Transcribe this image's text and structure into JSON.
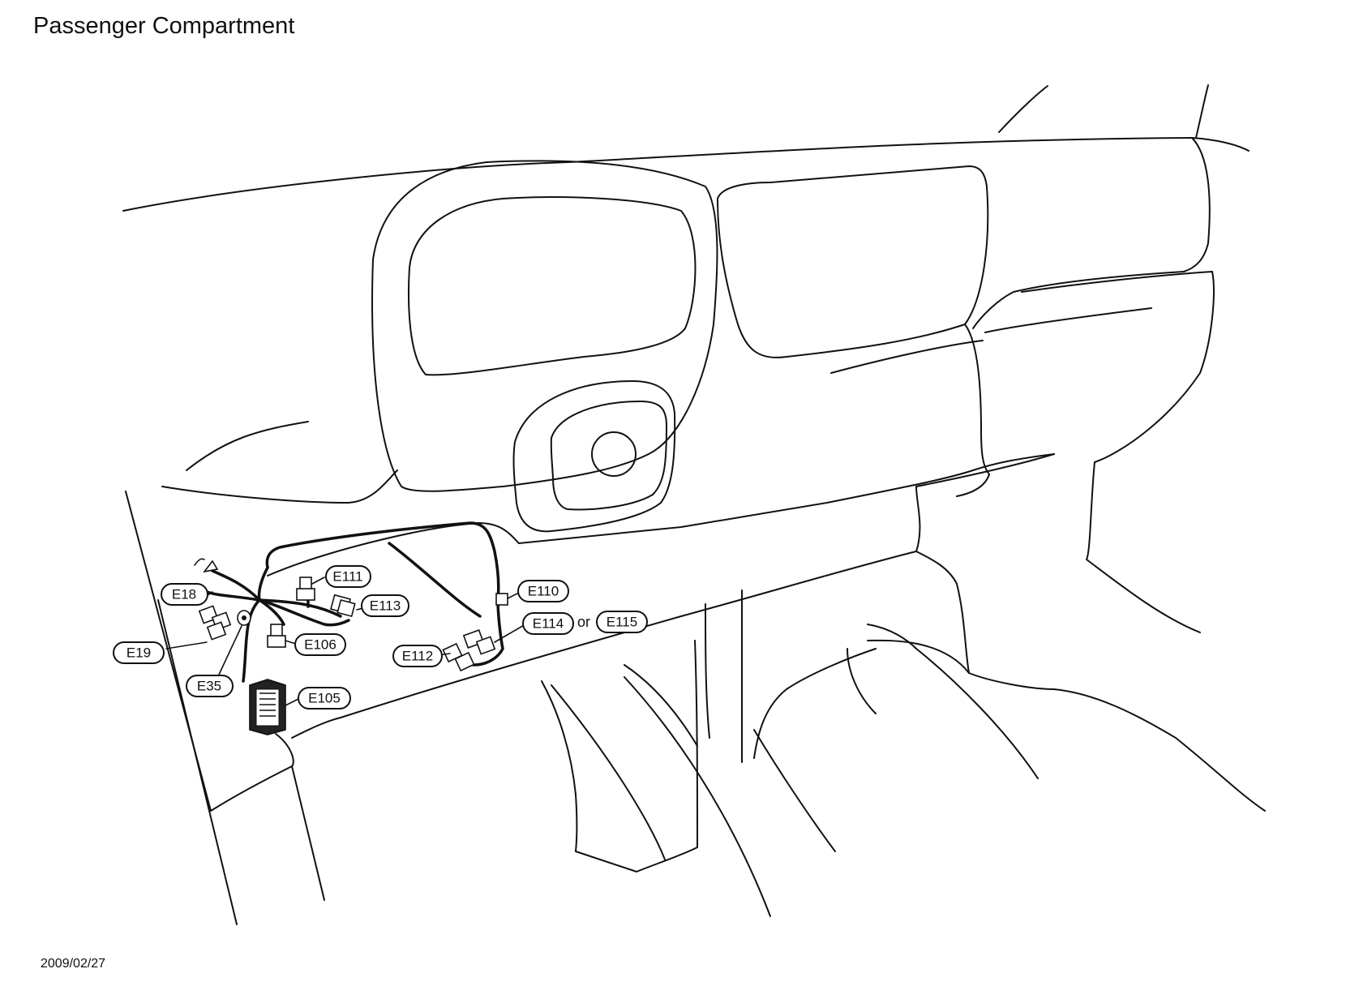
{
  "title": "Passenger Compartment",
  "date": "2009/02/27",
  "connectors": {
    "e18": "E18",
    "e19": "E19",
    "e35": "E35",
    "e105": "E105",
    "e106": "E106",
    "e110": "E110",
    "e111": "E111",
    "e112": "E112",
    "e113": "E113",
    "e114": "E114",
    "e115": "E115"
  },
  "or_text": "or"
}
